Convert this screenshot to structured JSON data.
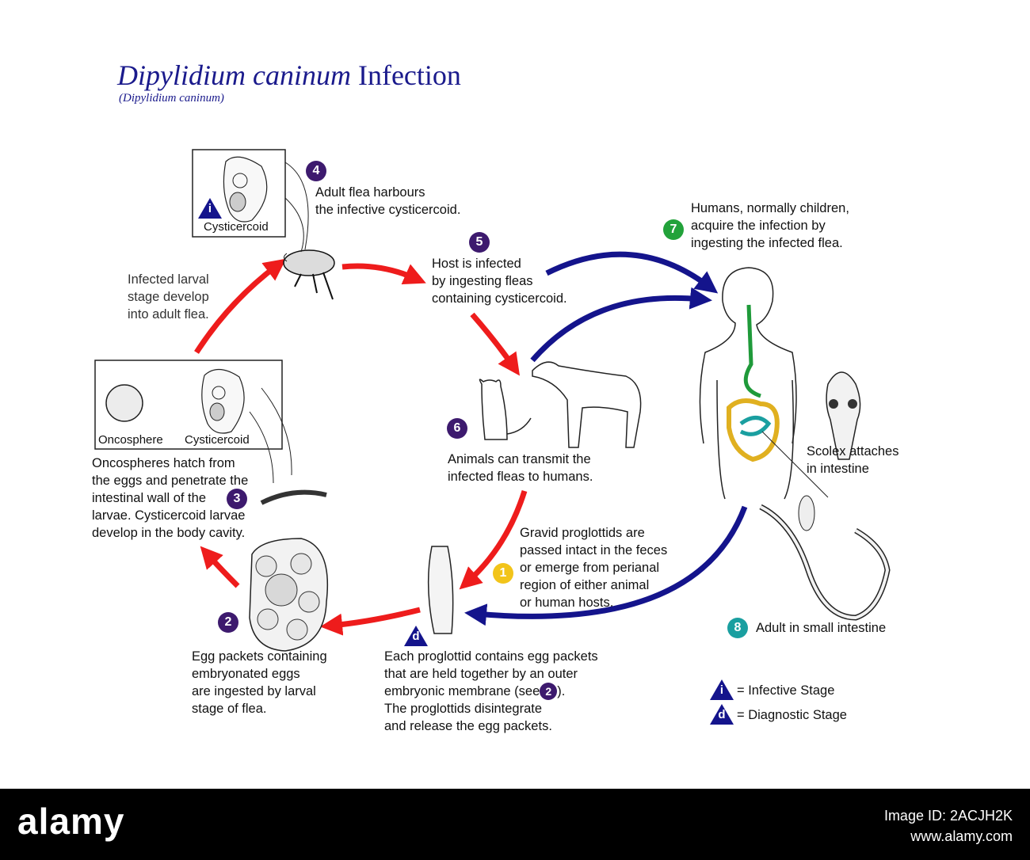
{
  "title": {
    "italic": "Dipylidium caninum",
    "rest": " Infection",
    "subtitle": "(Dipylidium caninum)"
  },
  "steps": {
    "s1": {
      "num": "1",
      "lines": [
        "Gravid proglottids are",
        "passed intact in the feces",
        "or emerge from perianal",
        "region of either animal",
        "or human hosts."
      ]
    },
    "s2": {
      "num": "2",
      "lines": [
        "Egg packets containing",
        "embryonated eggs",
        "are ingested by larval",
        "stage of flea."
      ]
    },
    "s3": {
      "num": "3",
      "lines": [
        "Oncospheres hatch from",
        "the eggs and penetrate the",
        "intestinal wall of the",
        "larvae. Cysticercoid larvae",
        "develop in the body cavity."
      ]
    },
    "s4": {
      "num": "4",
      "lines": [
        "Adult flea harbours",
        "the infective cysticercoid."
      ]
    },
    "s5": {
      "num": "5",
      "lines": [
        "Host is infected",
        "by ingesting fleas",
        "containing cysticercoid."
      ]
    },
    "s6": {
      "num": "6",
      "lines": [
        "Animals can transmit the",
        "infected fleas to humans."
      ]
    },
    "s7": {
      "num": "7",
      "lines": [
        "Humans, normally children,",
        "acquire the infection by",
        "ingesting the infected flea."
      ]
    },
    "s8": {
      "num": "8",
      "lines": [
        "Adult in small intestine"
      ]
    }
  },
  "larval_note": [
    "Infected larval",
    "stage develop",
    "into adult flea."
  ],
  "proglottid_note": {
    "line1": "Each proglottid contains egg packets",
    "line2": "that are held together by an outer",
    "line3_pre": "embryonic membrane (see",
    "line3_num": "2",
    "line3_post": ").",
    "line4": "The proglottids disintegrate",
    "line5": "and release the egg packets."
  },
  "scolex_note": [
    "Scolex attaches",
    "in intestine"
  ],
  "box_labels": {
    "cysticercoid_top": "Cysticercoid",
    "oncosphere": "Oncosphere",
    "cysticercoid_mid": "Cysticercoid"
  },
  "legend": {
    "infective_letter": "i",
    "infective": "= Infective Stage",
    "diagnostic_letter": "d",
    "diagnostic": "= Diagnostic Stage"
  },
  "watermark": {
    "logo": "alamy",
    "image_id": "Image ID: 2ACJH2K",
    "site": "www.alamy.com"
  },
  "colors": {
    "red_arrow": "#ee1c1c",
    "blue_arrow": "#14148c",
    "title": "#1a1a8c",
    "purple": "#3d1a6e"
  }
}
